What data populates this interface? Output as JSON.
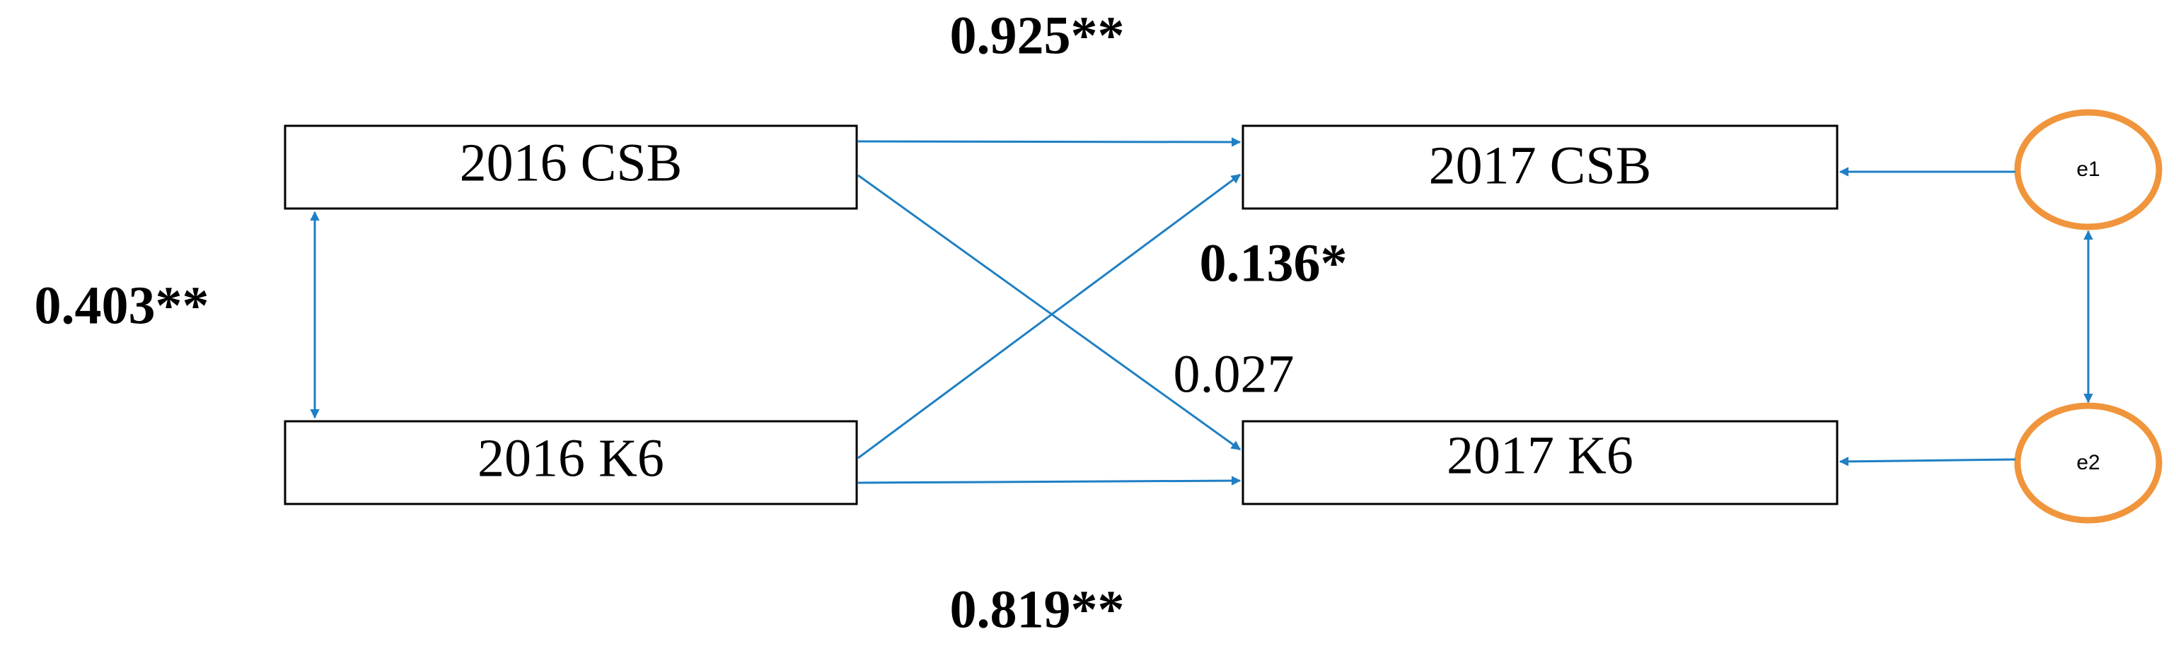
{
  "diagram": {
    "colors": {
      "arrow": "#1f7fc4",
      "error_ring": "#f0953c",
      "box_stroke": "#000000"
    },
    "nodes": {
      "csb_2016": "2016 CSB",
      "k6_2016": "2016 K6",
      "csb_2017": "2017 CSB",
      "k6_2017": "2017 K6",
      "e1": "e1",
      "e2": "e2"
    },
    "coefficients": {
      "csb_to_csb": "0.925**",
      "k6_to_csb": "0.136*",
      "csb_to_k6": "0.027",
      "k6_to_k6": "0.819**",
      "covariance_2016": "0.403**"
    }
  }
}
